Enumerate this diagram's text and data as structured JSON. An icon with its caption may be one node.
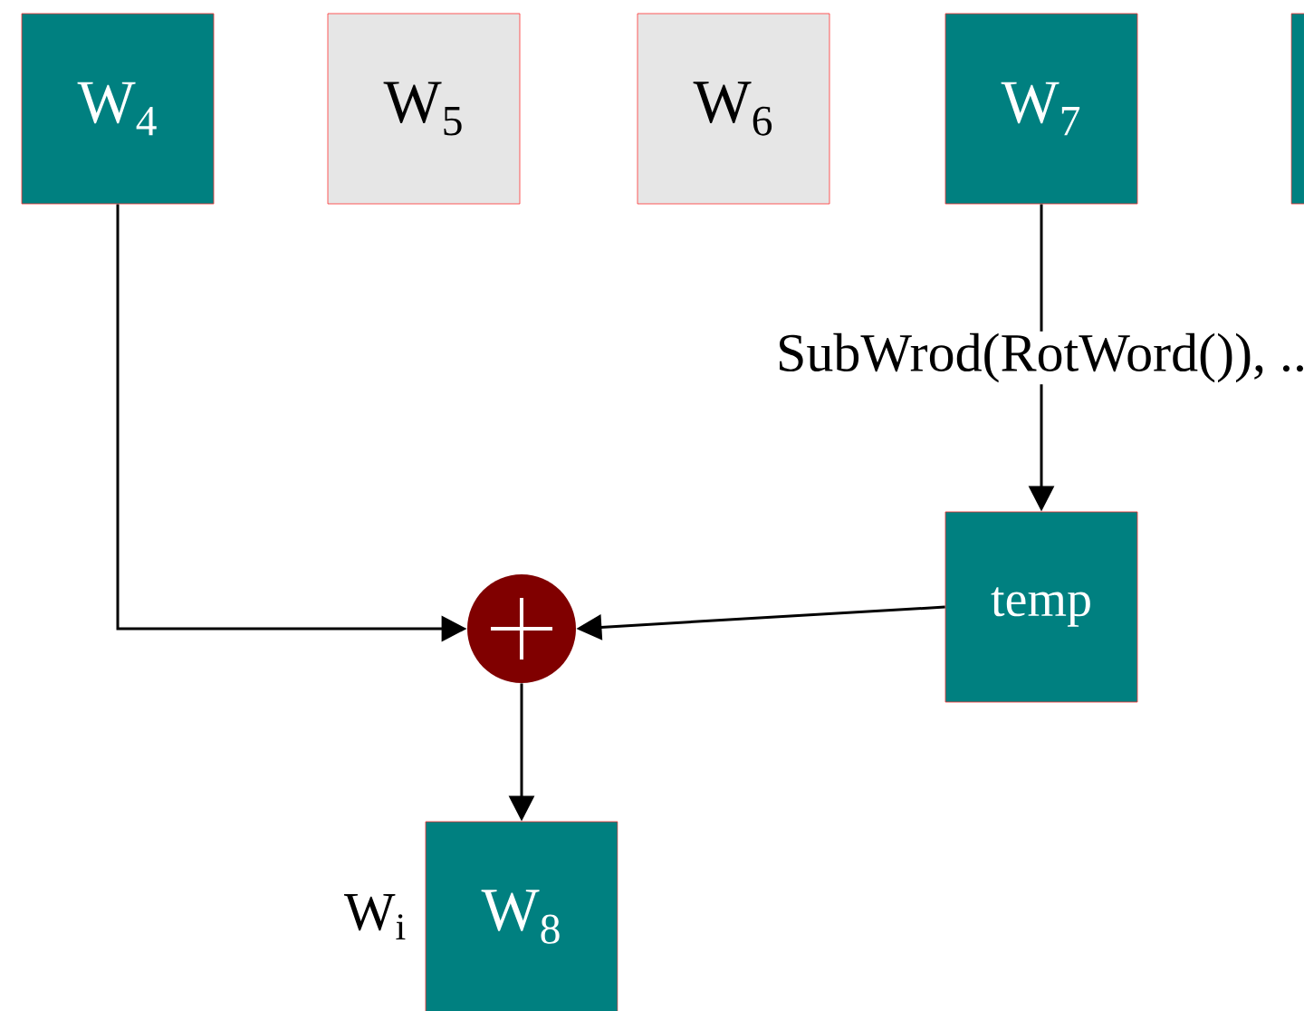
{
  "diagram": {
    "nodes": [
      {
        "text": [
          "W$_{4}$"
        ]
      },
      {
        "text": [
          "W$_{5}$"
        ]
      },
      {
        "text": [
          "W$_{6}$"
        ]
      },
      {
        "text": [
          "W$_{7}$"
        ]
      },
      {
        "text": [],
        "shape": "box"
      },
      {
        "text": [
          "temp"
        ]
      },
      {
        "text": [],
        "shape": "circle"
      },
      {
        "text": [
          "W$_{8}$"
        ],
        "beside": [
          "W$_{i}$"
        ]
      }
    ],
    "edges": [
      {
        "from": 0,
        "to": 6,
        "arrow": "to"
      },
      {
        "from": 3,
        "to": 5,
        "arrow": "to",
        "label": "SubWrod(RotWord()), .."
      },
      {
        "from": 5,
        "to": 6,
        "arrow": "to"
      },
      {
        "from": 6,
        "to": 7,
        "arrow": "to"
      }
    ]
  }
}
